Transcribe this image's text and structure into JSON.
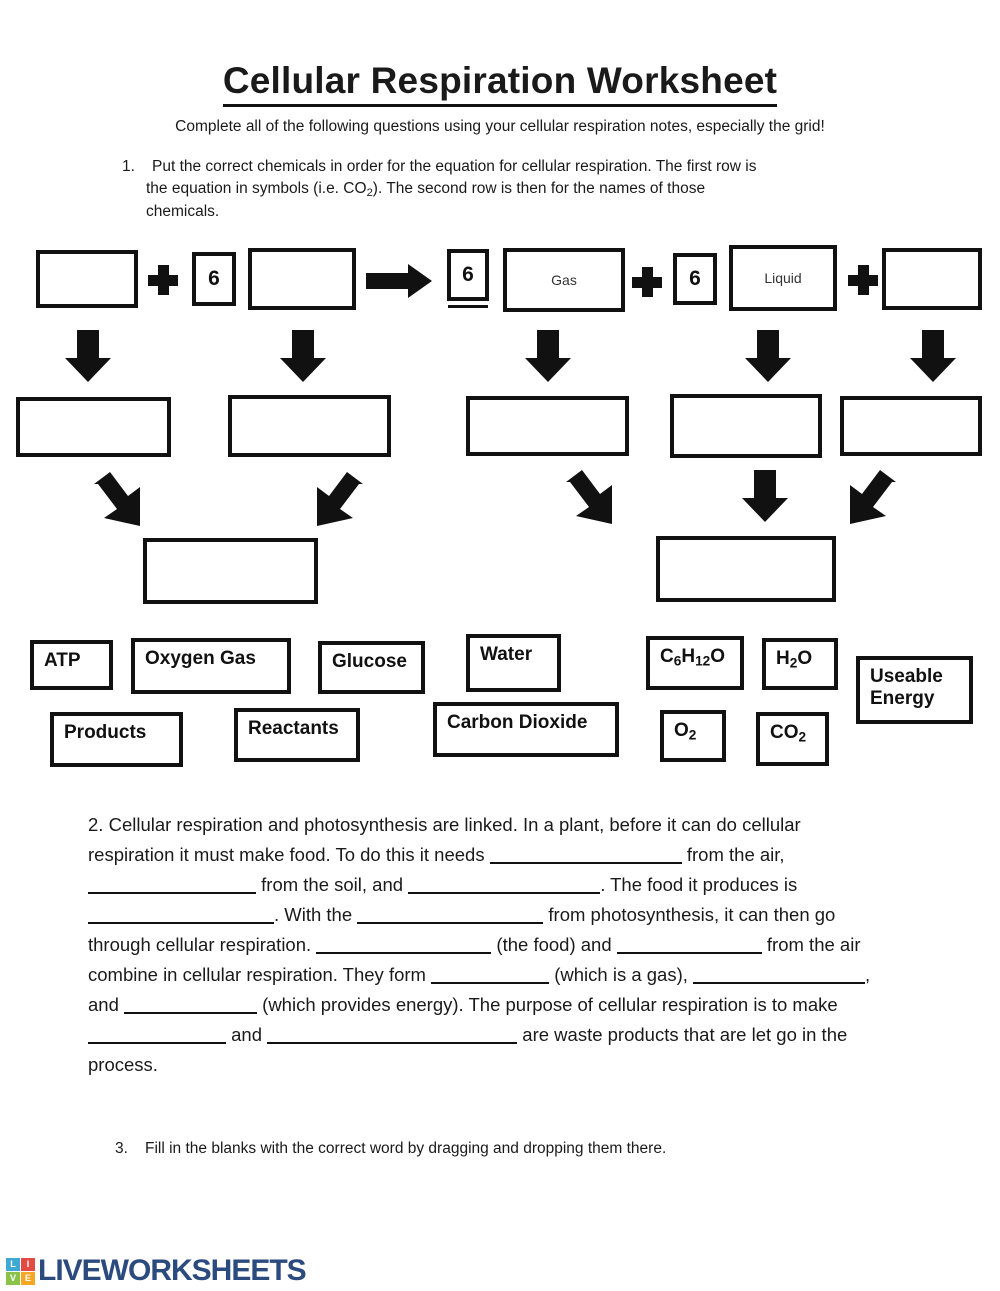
{
  "header": {
    "title": "Cellular Respiration Worksheet",
    "subtitle": "Complete all of the following questions using your cellular respiration notes, especially the grid!"
  },
  "question1": {
    "number": "1.",
    "line1": "Put the correct chemicals in order for the equation for cellular respiration. The first row is",
    "line2_a": "the equation in symbols (i.e. CO",
    "line2_sub": "2",
    "line2_b": "). The second row is then for the names of those",
    "line3": "chemicals."
  },
  "diagram": {
    "equation_row": [
      {
        "name": "reactant-1-box",
        "text": ""
      },
      {
        "name": "plus-1",
        "text": "+"
      },
      {
        "name": "coefficient-6-a",
        "text": "6"
      },
      {
        "name": "reactant-2-box",
        "text": ""
      },
      {
        "name": "yields-arrow",
        "text": "→"
      },
      {
        "name": "coefficient-6-b",
        "text": "6"
      },
      {
        "name": "product-1-box",
        "text": "Gas"
      },
      {
        "name": "plus-2",
        "text": "+"
      },
      {
        "name": "coefficient-6-c",
        "text": "6"
      },
      {
        "name": "product-2-box",
        "text": "Liquid"
      },
      {
        "name": "plus-3",
        "text": "+"
      },
      {
        "name": "product-3-box",
        "text": ""
      }
    ],
    "name_row": [
      {
        "name": "name-box-1",
        "text": ""
      },
      {
        "name": "name-box-2",
        "text": ""
      },
      {
        "name": "name-box-3",
        "text": ""
      },
      {
        "name": "name-box-4",
        "text": ""
      },
      {
        "name": "name-box-5",
        "text": ""
      }
    ],
    "summary_row": [
      {
        "name": "reactants-summary-box",
        "text": ""
      },
      {
        "name": "products-summary-box",
        "text": ""
      }
    ]
  },
  "word_bank": [
    {
      "id": "atp",
      "label": "ATP"
    },
    {
      "id": "oxygen-gas",
      "label": "Oxygen Gas"
    },
    {
      "id": "glucose",
      "label": "Glucose"
    },
    {
      "id": "water",
      "label": "Water"
    },
    {
      "id": "c6h12o",
      "label": "C6H12O"
    },
    {
      "id": "h2o",
      "label": "H2O"
    },
    {
      "id": "useable-energy",
      "label": "Useable Energy"
    },
    {
      "id": "products",
      "label": "Products"
    },
    {
      "id": "reactants",
      "label": "Reactants"
    },
    {
      "id": "carbon-dioxide",
      "label": "Carbon Dioxide"
    },
    {
      "id": "o2",
      "label": "O2"
    },
    {
      "id": "co2",
      "label": "CO2"
    }
  ],
  "question2": {
    "number": "2.",
    "text_segments": [
      "Cellular respiration and photosynthesis are linked. In a plant, before it can do cellular respiration it must make food. To do this it needs ",
      " from the air, ",
      " from the soil, and ",
      ". The food it produces is ",
      ". With the ",
      " from photosynthesis, it can then go through cellular respiration. ",
      " (the food) and ",
      " from the air combine in cellular respiration. They form ",
      " (which is a gas), ",
      ", and ",
      " (which provides energy). The purpose of cellular respiration is to make ",
      " and ",
      " are waste products that are let go in the process."
    ]
  },
  "question3": {
    "number": "3.",
    "text": "Fill in the blanks with the correct word by dragging and dropping them there."
  },
  "footer": {
    "logo_letters": [
      "L",
      "I",
      "V",
      "E"
    ],
    "logo_text": "LIVEWORKSHEETS",
    "logo_colors": [
      "#3fa9d6",
      "#e24b43",
      "#8bc34a",
      "#f5a623"
    ],
    "brand_color": "#2b4a7d"
  }
}
